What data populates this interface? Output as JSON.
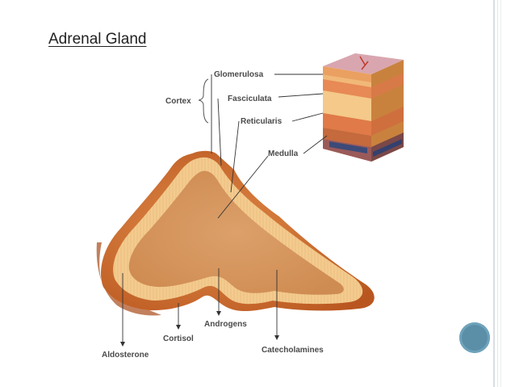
{
  "slide": {
    "title": "Adrenal Gland"
  },
  "diagram": {
    "labels": {
      "cortex": "Cortex",
      "glomerulosa": "Glomerulosa",
      "fasciculata": "Fasciculata",
      "reticularis": "Reticularis",
      "medulla": "Medulla",
      "aldosterone": "Aldosterone",
      "cortisol": "Cortisol",
      "androgens": "Androgens",
      "catecholamines": "Catecholamines"
    },
    "colors": {
      "capsule": "#c8692e",
      "cortex": "#f3c98a",
      "medulla": "#d6955a",
      "leader_line": "#333333",
      "nav_circle": "#5b8fa8"
    }
  }
}
